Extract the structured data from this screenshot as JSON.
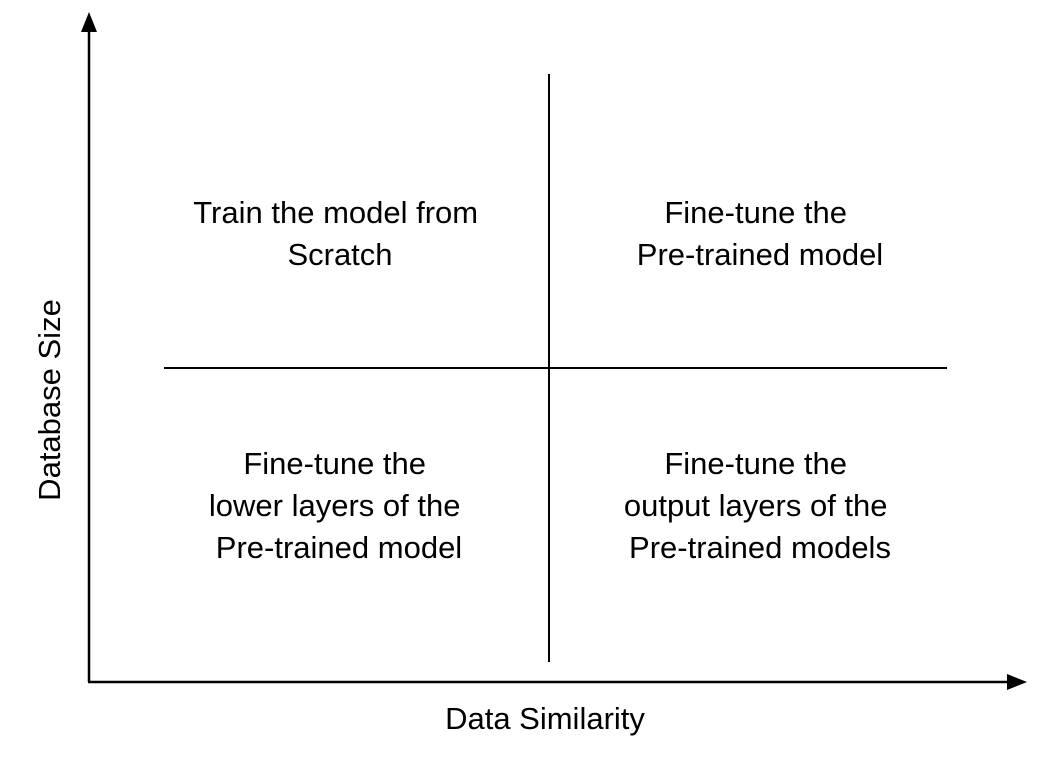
{
  "axes": {
    "x_label": "Data Similarity",
    "y_label": "Database Size"
  },
  "quadrants": {
    "top_left": {
      "lines": [
        "Train the model from",
        "Scratch"
      ]
    },
    "top_right": {
      "lines": [
        "Fine-tune the",
        "Pre-trained model"
      ]
    },
    "bottom_left": {
      "lines": [
        "Fine-tune the",
        "lower layers of the",
        "Pre-trained model"
      ]
    },
    "bottom_right": {
      "lines": [
        "Fine-tune the",
        "output layers of the",
        "Pre-trained models"
      ]
    }
  },
  "colors": {
    "ink": "#000000",
    "background": "#ffffff"
  }
}
